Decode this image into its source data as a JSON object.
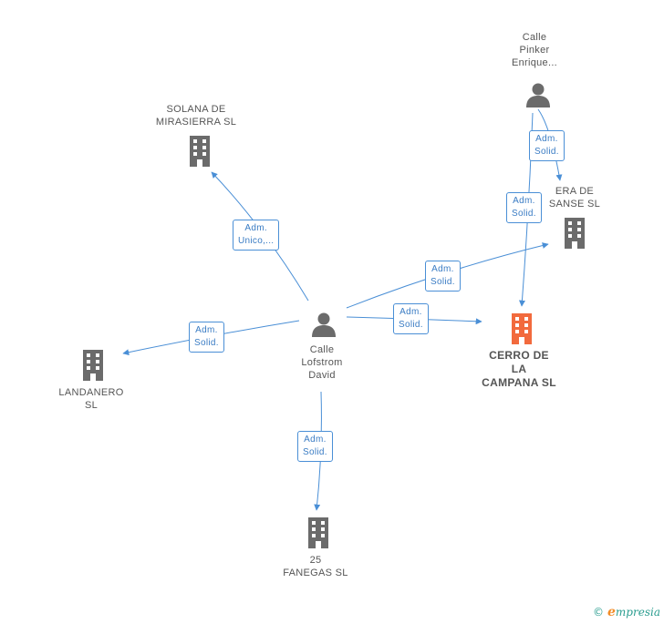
{
  "nodes": {
    "calle_pinker": {
      "lines": [
        "Calle",
        "Pinker",
        "Enrique..."
      ],
      "kind": "person"
    },
    "solana": {
      "lines": [
        "SOLANA DE",
        "MIRASIERRA SL"
      ],
      "kind": "company"
    },
    "era_de": {
      "lines": [
        "ERA DE",
        "SANSE SL"
      ],
      "kind": "company"
    },
    "cerro": {
      "lines": [
        "CERRO DE",
        "LA",
        "CAMPANA SL"
      ],
      "kind": "company-main"
    },
    "calle_lofstrom": {
      "lines": [
        "Calle",
        "Lofstrom",
        "David"
      ],
      "kind": "person"
    },
    "landanero": {
      "lines": [
        "LANDANERO",
        "SL"
      ],
      "kind": "company"
    },
    "fanegas": {
      "lines": [
        "25",
        "FANEGAS SL"
      ],
      "kind": "company"
    }
  },
  "edges": [
    {
      "id": "e1",
      "lines": [
        "Adm.",
        "Solid."
      ]
    },
    {
      "id": "e2",
      "lines": [
        "Adm.",
        "Solid."
      ]
    },
    {
      "id": "e3",
      "lines": [
        "Adm.",
        "Unico,..."
      ]
    },
    {
      "id": "e4",
      "lines": [
        "Adm.",
        "Solid."
      ]
    },
    {
      "id": "e5",
      "lines": [
        "Adm.",
        "Solid."
      ]
    },
    {
      "id": "e6",
      "lines": [
        "Adm.",
        "Solid."
      ]
    },
    {
      "id": "e7",
      "lines": [
        "Adm.",
        "Solid."
      ]
    }
  ],
  "footer": {
    "copyright": "©",
    "brand_initial": "e",
    "brand_rest": "mpresia"
  },
  "colors": {
    "edge": "#4a8fd6",
    "company": "#6b6b6b",
    "main_company": "#f26a3d",
    "person": "#6b6b6b"
  }
}
